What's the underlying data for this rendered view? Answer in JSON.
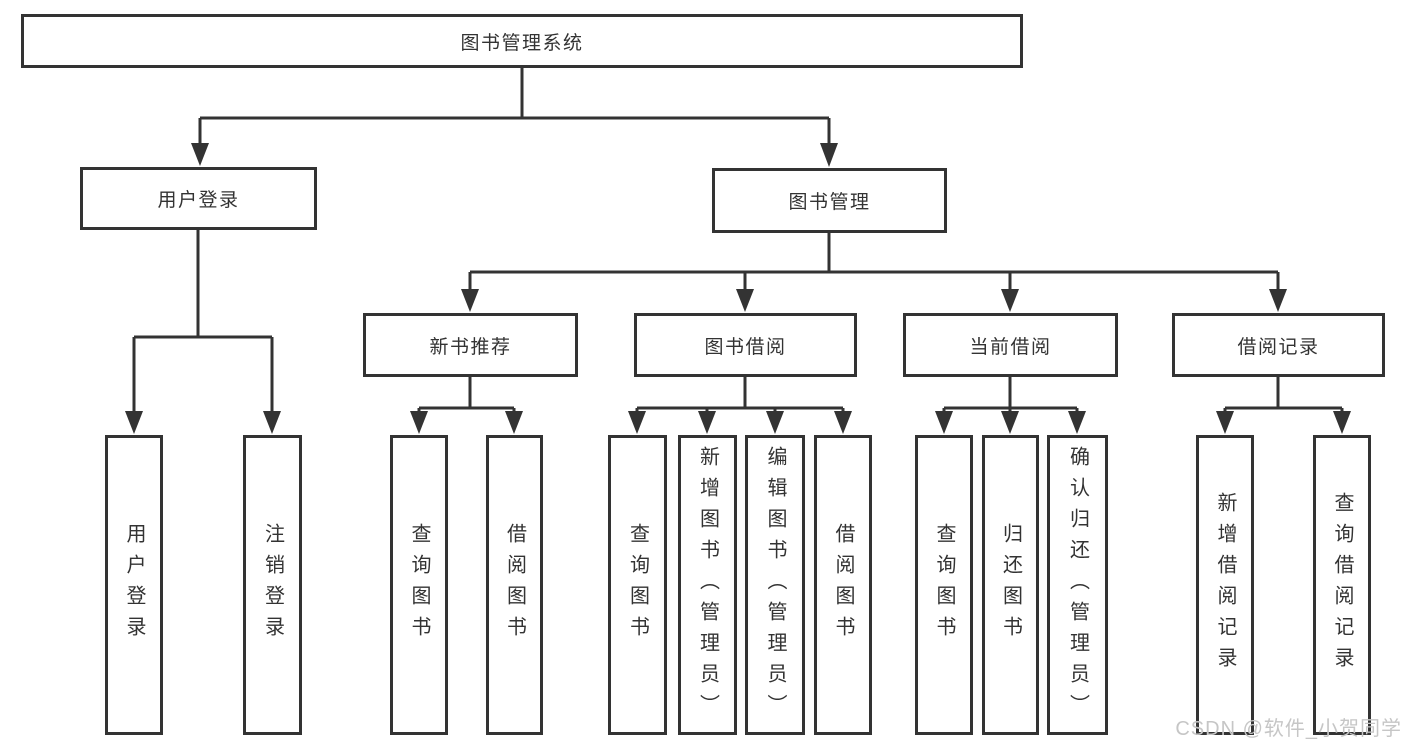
{
  "title": "图书管理系统",
  "tree": {
    "label": "图书管理系统",
    "children": [
      {
        "label": "用户登录",
        "children": [
          {
            "label": "用户登录"
          },
          {
            "label": "注销登录"
          }
        ]
      },
      {
        "label": "图书管理",
        "children": [
          {
            "label": "新书推荐",
            "children": [
              {
                "label": "查询图书"
              },
              {
                "label": "借阅图书"
              }
            ]
          },
          {
            "label": "图书借阅",
            "children": [
              {
                "label": "查询图书"
              },
              {
                "label": "新增图书（管理员）"
              },
              {
                "label": "编辑图书（管理员）"
              },
              {
                "label": "借阅图书"
              }
            ]
          },
          {
            "label": "当前借阅",
            "children": [
              {
                "label": "查询图书"
              },
              {
                "label": "归还图书"
              },
              {
                "label": "确认归还（管理员）"
              }
            ]
          },
          {
            "label": "借阅记录",
            "children": [
              {
                "label": "新增借阅记录"
              },
              {
                "label": "查询借阅记录"
              }
            ]
          }
        ]
      }
    ]
  },
  "watermark": {
    "text": "CSDN @软件_小贺同学"
  },
  "colors": {
    "ink": "#333333",
    "line": "#333333",
    "box_background": "#ffffff",
    "watermark": "#c6c6c6",
    "background": "#ffffff"
  }
}
